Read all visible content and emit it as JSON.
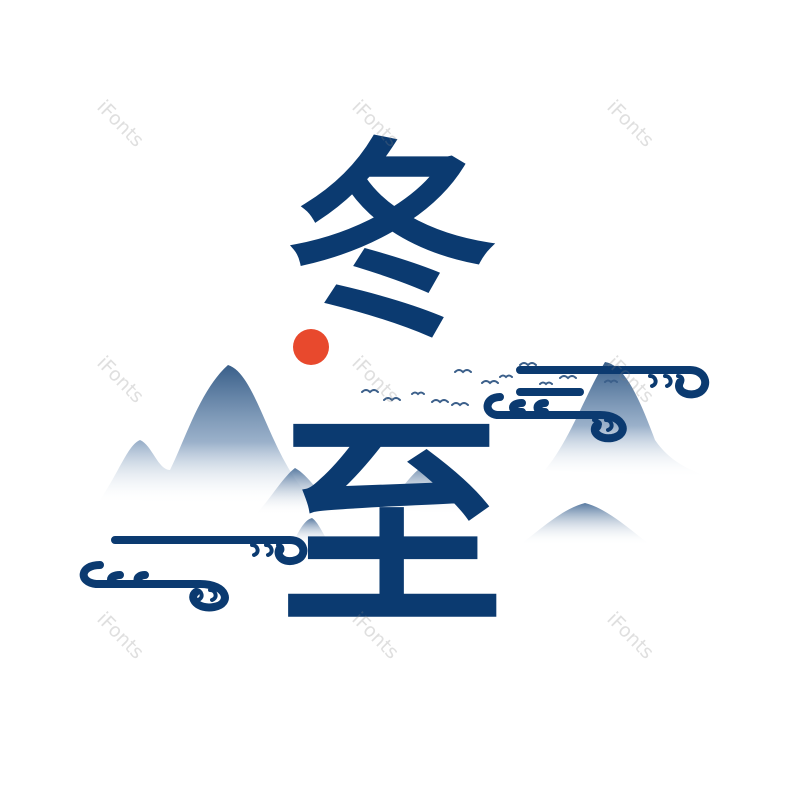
{
  "title": {
    "char_1": "冬",
    "char_2": "至"
  },
  "watermark": {
    "text": "iFonts"
  },
  "colors": {
    "ink": "#0b3a70",
    "sun": "#e8492d",
    "mountain": "#3f6690",
    "cloud": "#0b3a70"
  },
  "decorations": [
    "ink-mountain-icon",
    "red-sun-icon",
    "cloud-scroll-icon",
    "bird-flock-icon"
  ]
}
